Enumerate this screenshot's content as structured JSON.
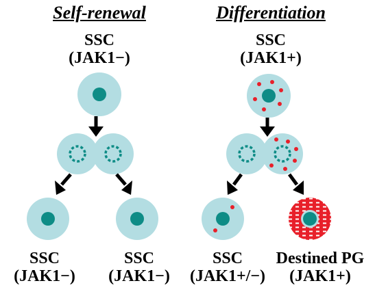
{
  "headings": {
    "left": "Self-renewal",
    "right": "Differentiation"
  },
  "left": {
    "top_label": [
      "SSC",
      "(JAK1−)"
    ],
    "bottom_left_label": [
      "SSC",
      "(JAK1−)"
    ],
    "bottom_right_label": [
      "SSC",
      "(JAK1−)"
    ]
  },
  "right": {
    "top_label": [
      "SSC",
      "(JAK1+)"
    ],
    "bottom_left_label": [
      "SSC",
      "(JAK1+/−)"
    ],
    "bottom_right_label": [
      "Destined PG",
      "(JAK1+)"
    ]
  },
  "colors": {
    "cell_fill": "#b3dde2",
    "nucleus": "#0e8c86",
    "jak1_dot": "#e8202a",
    "arrow": "#000000",
    "pg_ring": "#e8202a"
  }
}
